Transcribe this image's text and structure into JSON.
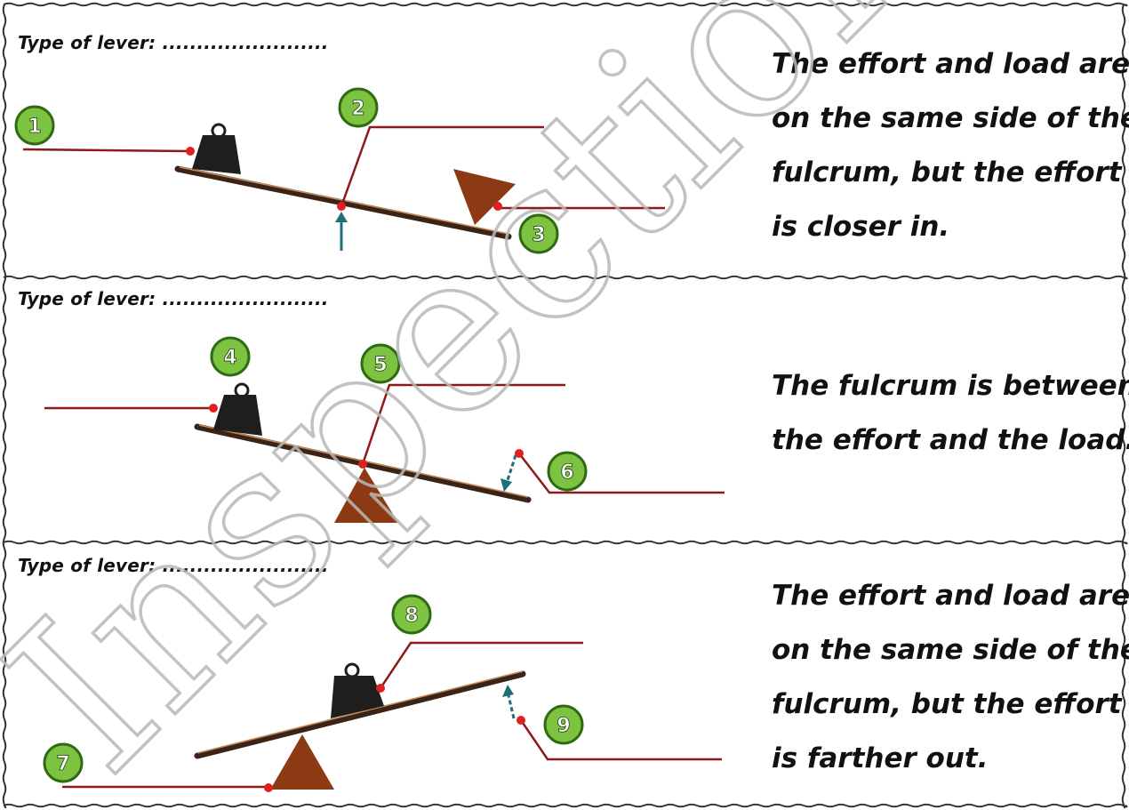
{
  "worksheet": {
    "watermark": "Inspection",
    "type_label": "Type of lever: ........................",
    "panels": [
      {
        "type_label": "Type of lever: ........................",
        "description_lines": [
          "The effort and load are",
          "on the same side of the",
          "fulcrum, but the effort",
          "is closer in."
        ],
        "badges": [
          "1",
          "2",
          "3"
        ]
      },
      {
        "type_label": "Type of lever: ........................",
        "description_lines": [
          "The fulcrum is between",
          "the effort and the load."
        ],
        "badges": [
          "4",
          "5",
          "6"
        ]
      },
      {
        "type_label": "Type of lever: ........................",
        "description_lines": [
          "The effort and load are",
          "on the same side of the",
          "fulcrum, but the effort",
          "is farther out."
        ],
        "badges": [
          "7",
          "8",
          "9"
        ]
      }
    ]
  },
  "colors": {
    "border": "#333333",
    "label_line": "#8b1a1a",
    "label_dot": "#e02020",
    "badge_fill": "#7ec242",
    "badge_ring": "#2e6b12",
    "fulcrum": "#8b3a14",
    "weight": "#1e1e1e",
    "arrow": "#1f6f7a",
    "beam": "#3a2418",
    "watermark": "#b8b8b8"
  }
}
